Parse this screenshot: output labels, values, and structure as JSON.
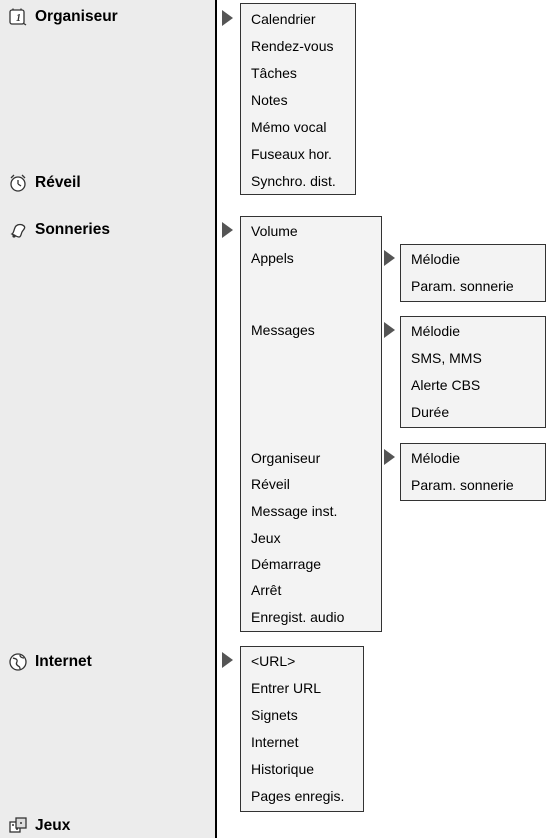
{
  "main_menu": [
    {
      "label": "Organiseur",
      "icon": "organiser-icon"
    },
    {
      "label": "Réveil",
      "icon": "alarm-clock-icon"
    },
    {
      "label": "Sonneries",
      "icon": "bell-icon"
    },
    {
      "label": "Internet",
      "icon": "globe-icon"
    },
    {
      "label": "Jeux",
      "icon": "dice-icon"
    }
  ],
  "organiseur_submenu": [
    "Calendrier",
    "Rendez-vous",
    "Tâches",
    "Notes",
    "Mémo vocal",
    "Fuseaux hor.",
    "Synchro. dist."
  ],
  "sonneries_submenu": [
    "Volume",
    "Appels",
    "Messages",
    "Organiseur",
    "Réveil",
    "Message inst.",
    "Jeux",
    "Démarrage",
    "Arrêt",
    "Enregist. audio"
  ],
  "appels_submenu": [
    "Mélodie",
    "Param. sonnerie"
  ],
  "messages_submenu": [
    "Mélodie",
    "SMS, MMS",
    "Alerte CBS",
    "Durée"
  ],
  "organiseur_tone_submenu": [
    "Mélodie",
    "Param. sonnerie"
  ],
  "internet_submenu": [
    "<URL>",
    "Entrer URL",
    "Signets",
    "Internet",
    "Historique",
    "Pages enregis."
  ]
}
